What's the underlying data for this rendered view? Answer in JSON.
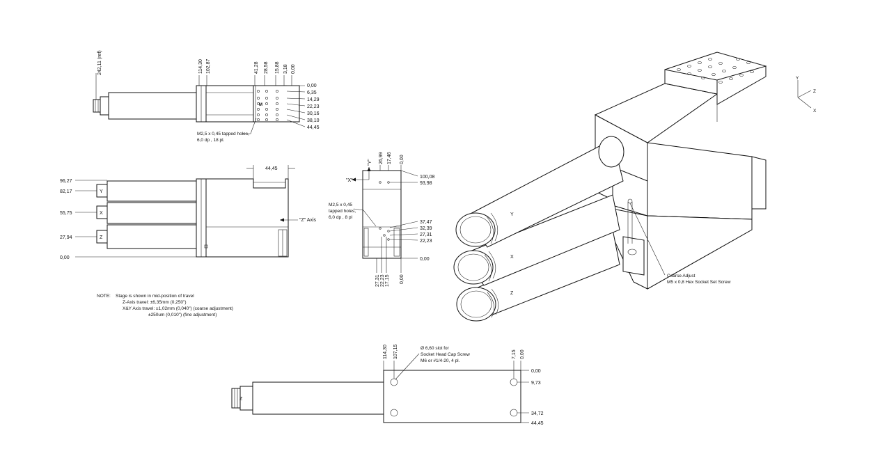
{
  "top_view": {
    "ref_dim": "242,11 (ref)",
    "top_dims": [
      "114,30",
      "102,87",
      "41,28",
      "28,58",
      "15,88",
      "3,18",
      "0,00"
    ],
    "right_dims": [
      "0,00",
      "6,35",
      "14,29",
      "22,23",
      "30,16",
      "38,10",
      "44,45"
    ],
    "hole_callout": [
      "M2,5 x 0,45 tapped holes,",
      "6,0 dp , 18 pl."
    ],
    "top_mark": "M"
  },
  "front_view": {
    "width_dim": "44,45",
    "left_dims": [
      "96,27",
      "82,17",
      "55,75",
      "27,94",
      "0,00"
    ],
    "axis_labels": [
      "Y",
      "X",
      "Z"
    ],
    "z_axis_label": "\"Z\" Axis"
  },
  "side_view": {
    "x_label": "\"X\"",
    "y_label": "\"Y\"",
    "top_dims": [
      "26,99",
      "17,46",
      "0,00"
    ],
    "right_dims": [
      "100,08",
      "93,98",
      "37,47",
      "32,39",
      "27,31",
      "22,23",
      "0,00"
    ],
    "bottom_dims": [
      "27,31",
      "22,23",
      "17,15",
      "0,00"
    ],
    "hole_callout": [
      "M2,5 x 0,45",
      "tapped holes,",
      "6,0 dp , 8 pl"
    ]
  },
  "note": {
    "heading": "NOTE:",
    "lines": [
      "Stage is shown in mid-position of travel",
      "Z-Axis travel:        ±6,35mm (0,250\")",
      "X&Y Axis travel:    ±1,02mm (0,040\")  (coarse adjustment)",
      "±250um (0,010\")  (fine adjustment)"
    ]
  },
  "iso_view": {
    "axis_labels": [
      "Y",
      "X",
      "Z"
    ],
    "coarse_adjust": [
      "Coarse Adjust",
      "M5 x 0,8 Hex Socket Set Screw"
    ],
    "triad": [
      "Y",
      "Z",
      "X"
    ]
  },
  "bottom_view": {
    "axis_label": "Z",
    "top_dims": [
      "114,30",
      "107,15",
      "7,15",
      "0,00"
    ],
    "right_dims": [
      "0,00",
      "9,73",
      "34,72",
      "44,45"
    ],
    "slot_callout": [
      "Ø 6,60 slot for",
      "Socket Head Cap Screw",
      "M6 or #1/4-20, 4 pl."
    ]
  }
}
